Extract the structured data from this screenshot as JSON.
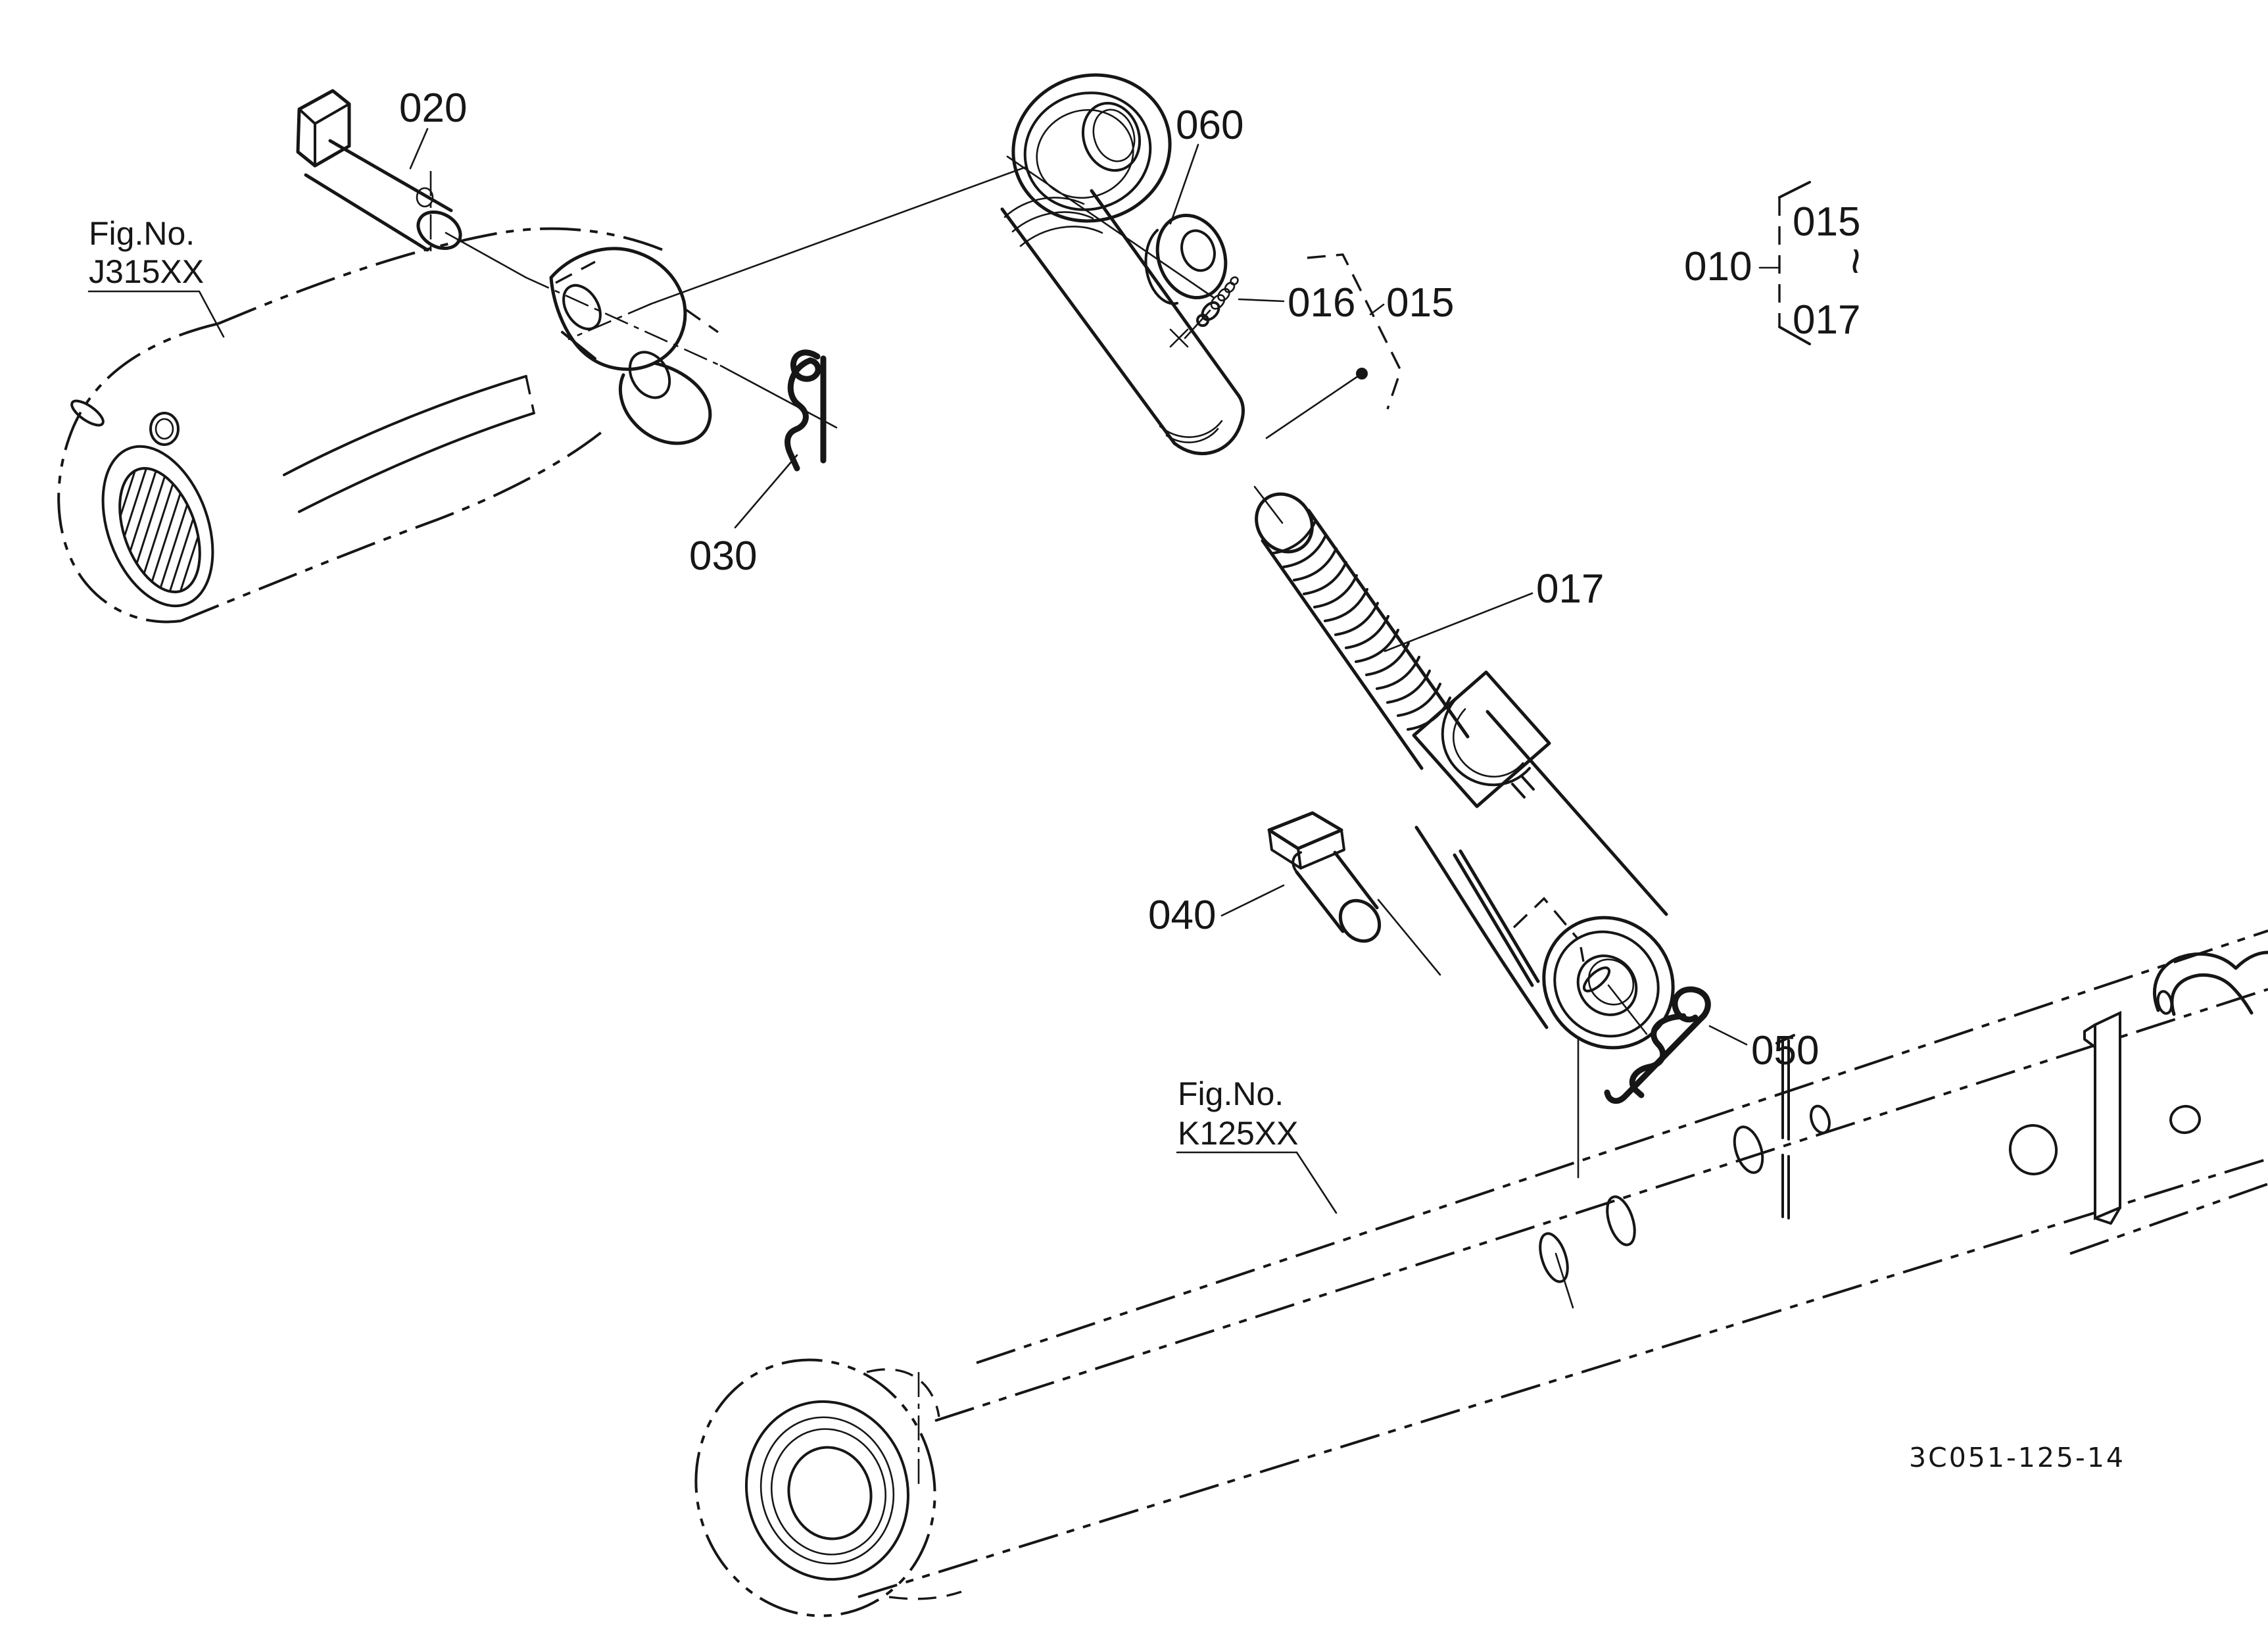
{
  "diagram": {
    "background_color": "#ffffff",
    "line_color": "#161616",
    "part_labels": {
      "pin_top": "020",
      "clip_top": "030",
      "pin_lower": "040",
      "clip_lower": "050",
      "washer": "060",
      "grease_fitting": "016",
      "top_link_assembly": "015",
      "turnbuckle_rod": "017",
      "group": "010",
      "group_range_start": "015",
      "group_range_separator": "~",
      "group_range_end": "017"
    },
    "figure_references": {
      "upper_left": {
        "prefix": "Fig.No.",
        "code": "J315XX"
      },
      "lower": {
        "prefix": "Fig.No.",
        "code": "K125XX"
      }
    },
    "drawing_number": "3C051-125-14"
  }
}
